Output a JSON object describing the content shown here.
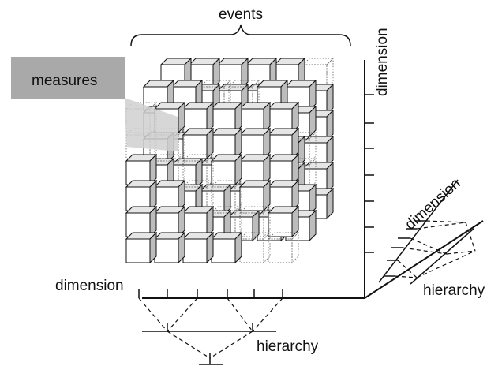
{
  "labels": {
    "events": "events",
    "measures": "measures",
    "dimension_left": "dimension",
    "hierarchy_bottom": "hierarchy",
    "dimension_top_right": "dimension",
    "dimension_diagonal": "dimension",
    "hierarchy_right": "hierarchy"
  },
  "colors": {
    "line": "#111111",
    "cube_front": "#ffffff",
    "cube_top": "#e6e6e6",
    "cube_side": "#bdbdbd",
    "cube_dotted": "#7a7a7a",
    "callout_box": "#a9a9a9",
    "callout_beam": "#cfcfcf"
  },
  "cube_grid": {
    "layers": 3,
    "rows_per_layer": 6,
    "cols_per_layer": 6
  }
}
